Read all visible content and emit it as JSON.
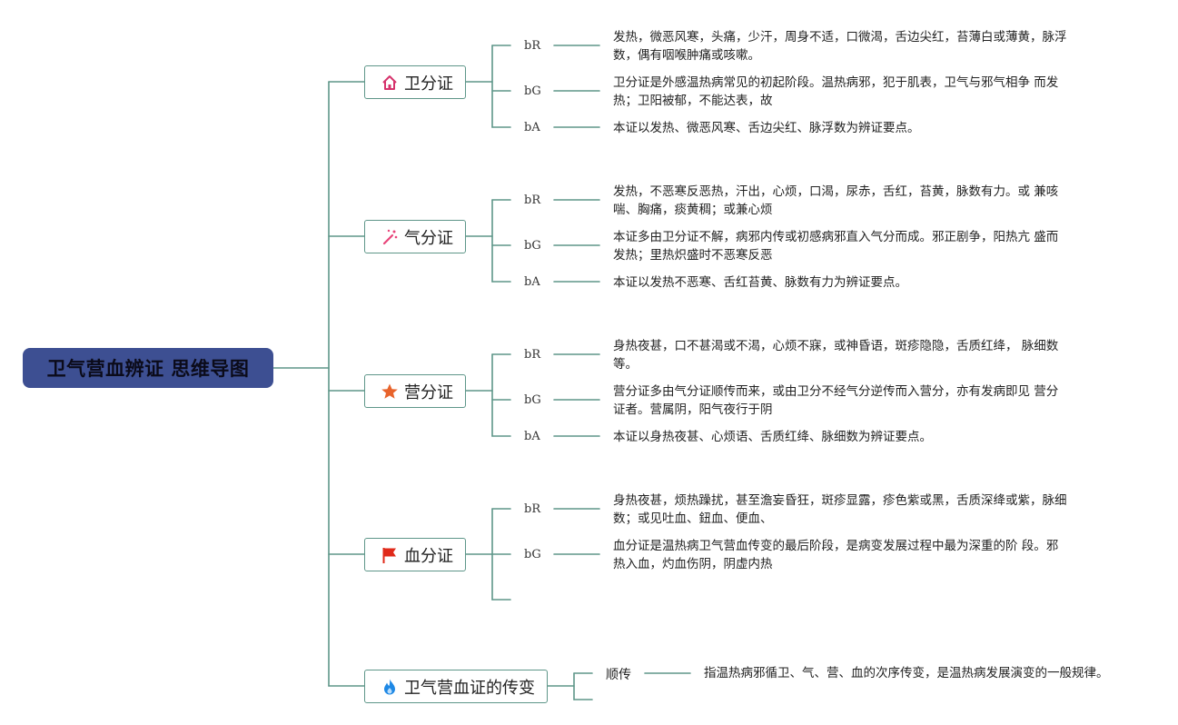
{
  "root": {
    "title": "卫气营血辨证 思维导图"
  },
  "branches": [
    {
      "label": "卫分证",
      "icon": "house-icon",
      "items": [
        {
          "tag": "bR",
          "text": "发热，微恶风寒，头痛，少汗，周身不适，口微渴，舌边尖红，苔薄白或薄黄，脉浮数，偶有咽喉肿痛或咳嗽。"
        },
        {
          "tag": "bG",
          "text": "卫分证是外感温热病常见的初起阶段。温热病邪，犯于肌表，卫气与邪气相争 而发热；卫阳被郁，不能达表，故"
        },
        {
          "tag": "bA",
          "text": "本证以发热、微恶风寒、舌边尖红、脉浮数为辨证要点。"
        }
      ]
    },
    {
      "label": "气分证",
      "icon": "sparkle-wand-icon",
      "items": [
        {
          "tag": "bR",
          "text": "发热，不恶寒反恶热，汗出，心烦，口渴，尿赤，舌红，苔黄，脉数有力。或 兼咳喘、胸痛，痰黄稠；或兼心烦"
        },
        {
          "tag": "bG",
          "text": "本证多由卫分证不解，病邪内传或初感病邪直入气分而成。邪正剧争，阳热亢 盛而发热；里热炽盛时不恶寒反恶"
        },
        {
          "tag": "bA",
          "text": "本证以发热不恶寒、舌红苔黄、脉数有力为辨证要点。"
        }
      ]
    },
    {
      "label": "营分证",
      "icon": "star-icon",
      "items": [
        {
          "tag": "bR",
          "text": "身热夜甚，口不甚渴或不渴，心烦不寐，或神昏语，斑疹隐隐，舌质红绛， 脉细数等。"
        },
        {
          "tag": "bG",
          "text": "营分证多由气分证顺传而来，或由卫分不经气分逆传而入营分，亦有发病即见 营分证者。营属阴，阳气夜行于阴"
        },
        {
          "tag": "bA",
          "text": "本证以身热夜甚、心烦语、舌质红绛、脉细数为辨证要点。"
        }
      ]
    },
    {
      "label": "血分证",
      "icon": "flag-icon",
      "items": [
        {
          "tag": "bR",
          "text": "身热夜甚，烦热躁扰，甚至澹妄昏狂，斑疹显露，疹色紫或黑，舌质深绛或紫，脉细数；或见吐血、鈕血、便血、"
        },
        {
          "tag": "bG",
          "text": "血分证是温热病卫气营血传变的最后阶段，是病变发展过程中最为深重的阶 段。邪热入血，灼血伤阴，阴虚内热"
        }
      ]
    },
    {
      "label": "卫气营血证的传变",
      "icon": "flame-icon",
      "items": [
        {
          "tag": "顺传",
          "text": "指温热病邪循卫、气、营、血的次序传变，是温热病发展演变的一般规律。"
        }
      ]
    }
  ],
  "colors": {
    "line": "#5e9689",
    "root_bg": "#3d4f92",
    "house": "#d6336c",
    "wand": "#e8457a",
    "star": "#e8632b",
    "flag": "#e02a1a",
    "flame": "#1e88e5"
  }
}
